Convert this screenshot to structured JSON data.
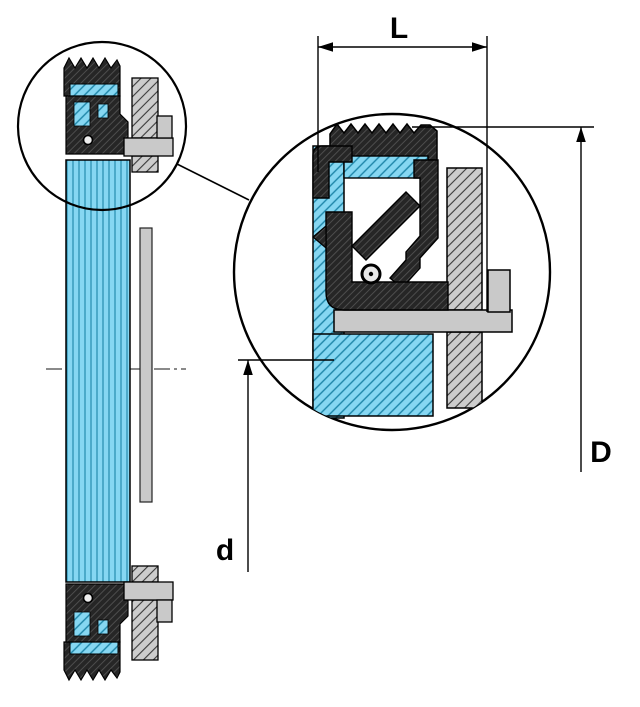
{
  "figure": {
    "type": "seal-cross-section-technical-drawing",
    "views": {
      "left": "full radial seal section with centerline",
      "right": "magnified detail of upper seal section"
    },
    "labels": {
      "width": "L",
      "outer_diameter": "D",
      "inner_diameter": "d"
    },
    "colors": {
      "metal_cyan": "#86d7f2",
      "metal_cyan_hatch": "#1d85a8",
      "rubber_dark": "#262626",
      "rubber_hatch": "#4d4d4d",
      "housing_gray": "#c9c9c9",
      "outline": "#000000",
      "background": "#ffffff"
    }
  }
}
